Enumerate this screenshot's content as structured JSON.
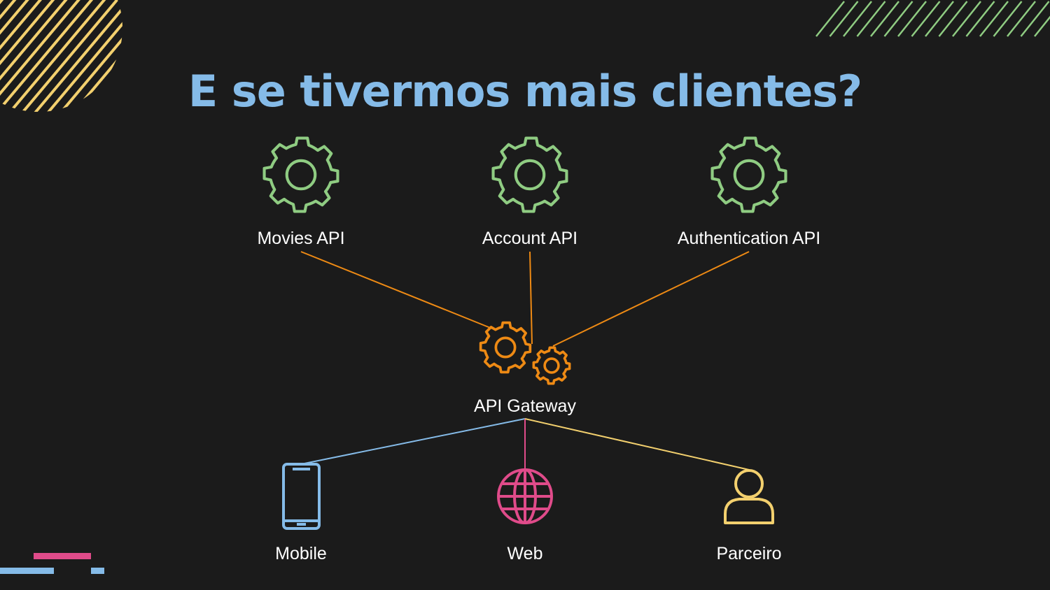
{
  "title": "E se tivermos mais clientes?",
  "colors": {
    "background": "#1b1b1b",
    "title": "#85bbe8",
    "service": "#8fcc82",
    "gateway": "#ee8a14",
    "mobile": "#85bbe8",
    "web": "#e04b8a",
    "partner": "#f3d06e",
    "stripes_left": "#f3d06e",
    "stripes_right": "#8fcc82"
  },
  "services": [
    {
      "label": "Movies API",
      "icon": "gear-icon"
    },
    {
      "label": "Account API",
      "icon": "gear-icon"
    },
    {
      "label": "Authentication API",
      "icon": "gear-icon"
    }
  ],
  "gateway": {
    "label": "API Gateway",
    "icon": "gears-icon"
  },
  "clients": [
    {
      "label": "Mobile",
      "icon": "smartphone-icon"
    },
    {
      "label": "Web",
      "icon": "globe-icon"
    },
    {
      "label": "Parceiro",
      "icon": "user-icon"
    }
  ]
}
